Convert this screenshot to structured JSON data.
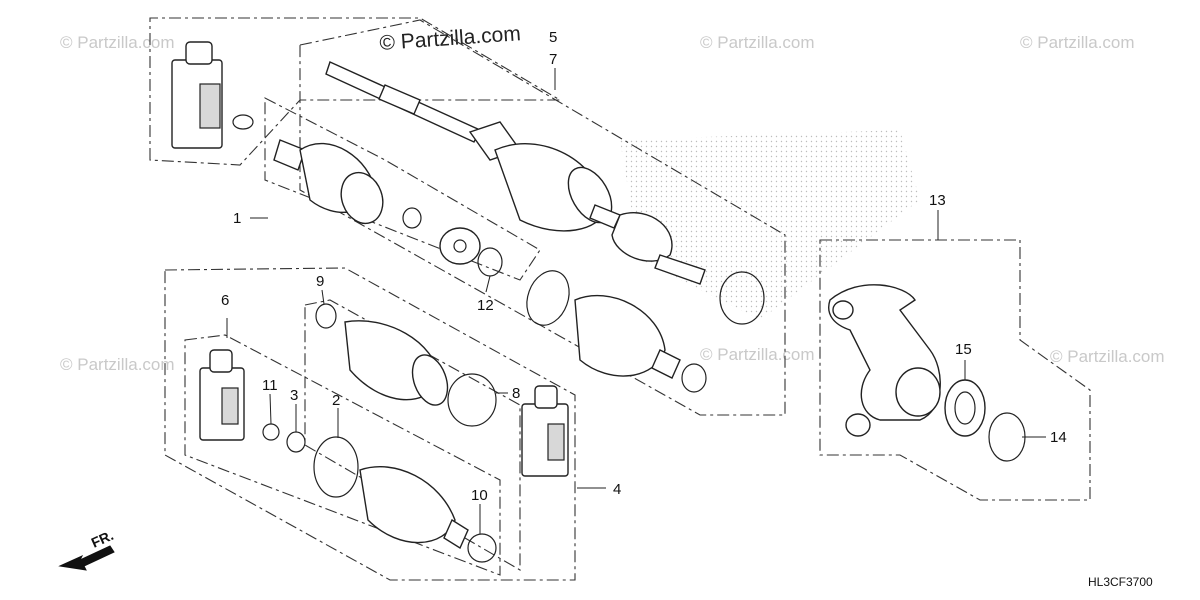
{
  "watermark": {
    "main": "© Partzilla.com",
    "repeat": "© Partzilla.com"
  },
  "callouts": {
    "c1": "1",
    "c2": "2",
    "c3": "3",
    "c4": "4",
    "c5": "5",
    "c6": "6",
    "c7": "7",
    "c8": "8",
    "c9": "9",
    "c10": "10",
    "c11": "11",
    "c12": "12",
    "c13": "13",
    "c14": "14",
    "c15": "15"
  },
  "direction_label": "FR.",
  "diagram_code": "HL3CF3700",
  "icons": {
    "direction": "arrow-left-down-icon"
  }
}
